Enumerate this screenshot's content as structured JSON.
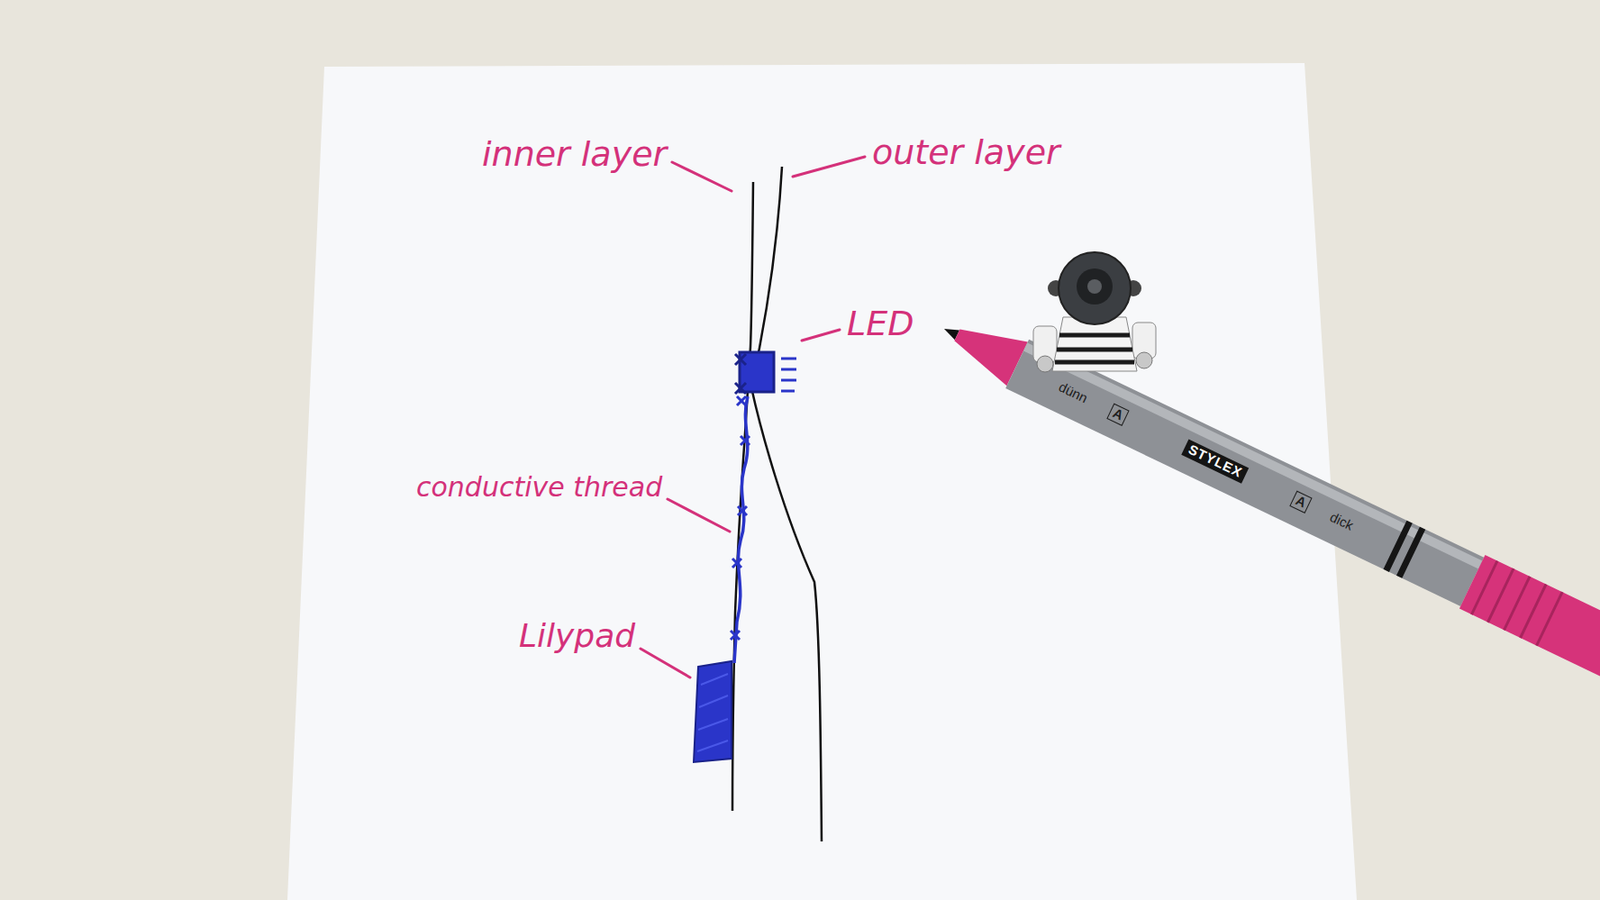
{
  "diagram": {
    "labels": [
      "inner layer",
      "outer layer",
      "LED",
      "conductive thread",
      "Lilypad",
      "dünn",
      "A",
      "STYLEX",
      "A",
      "dick"
    ]
  }
}
